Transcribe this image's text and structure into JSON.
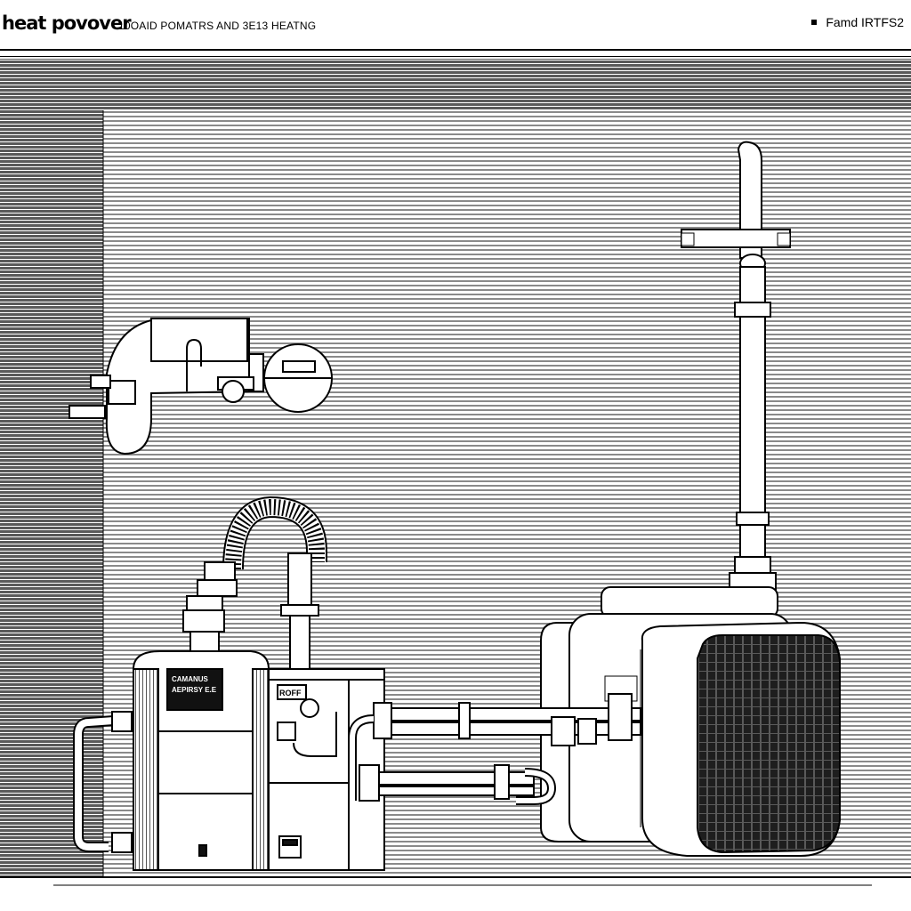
{
  "header": {
    "title": "heat povover",
    "subtitle": "10OAID POMATRS AND 3E13 HEATNG",
    "legend_label": "Famd IRTFS2"
  },
  "labels": {
    "boiler_plate": [
      "CAMANUS",
      "AEPIRSY E.E"
    ],
    "control_box": "ROFF"
  },
  "colors": {
    "ink": "#000000",
    "paper": "#ffffff",
    "stripe": "#8a8a8a",
    "grille": "#1e1e1e"
  }
}
